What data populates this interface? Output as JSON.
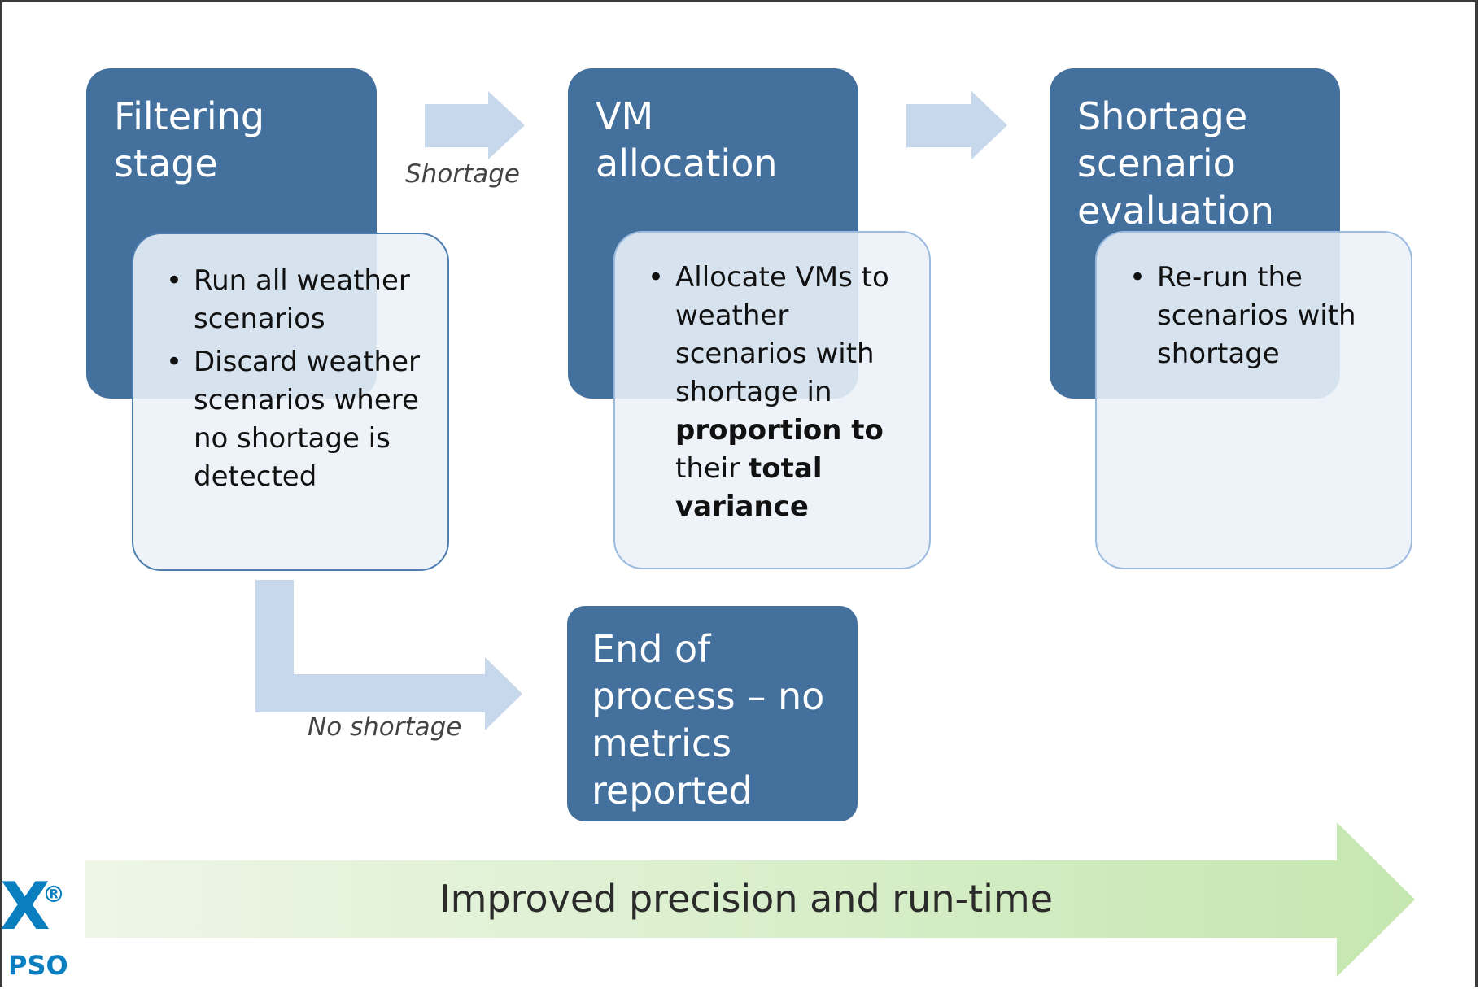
{
  "stages": [
    {
      "title": "Filtering\nstage",
      "bullets": [
        [
          {
            "t": "Run all weather scenarios",
            "b": false
          }
        ],
        [
          {
            "t": "Discard weather scenarios where no shortage is detected",
            "b": false
          }
        ]
      ]
    },
    {
      "title": "VM\nallocation",
      "bullets": [
        [
          {
            "t": "Allocate VMs to weather scenarios with shortage in ",
            "b": false
          },
          {
            "t": "proportion to",
            "b": true
          },
          {
            "t": " their ",
            "b": false
          },
          {
            "t": "total variance",
            "b": true
          }
        ]
      ]
    },
    {
      "title": "Shortage\nscenario\nevaluation",
      "bullets": [
        [
          {
            "t": "Re-run the scenarios with shortage",
            "b": false
          }
        ]
      ]
    }
  ],
  "end_box": "End of\nprocess – no\nmetrics\nreported",
  "flow_labels": {
    "shortage": "Shortage",
    "no_shortage": "No shortage"
  },
  "progress_arrow": {
    "label": "Improved precision and run-time",
    "colors": [
      "#eef6e8",
      "#c5e7b0"
    ]
  },
  "logo": {
    "mark": "X",
    "reg": "®",
    "sub": "PSO",
    "color": "#0a7fbf"
  },
  "colors": {
    "stage": "#44709e",
    "arrow": "#c7d7ec"
  }
}
